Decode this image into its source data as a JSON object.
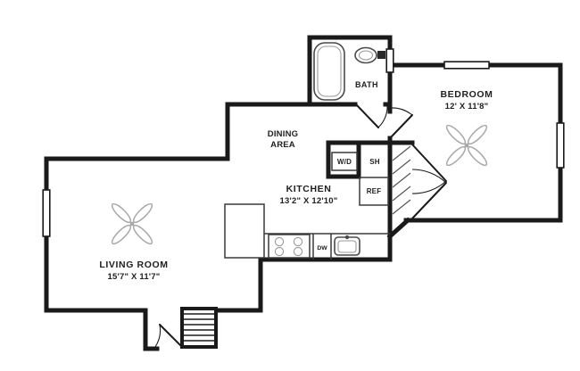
{
  "plan": {
    "rooms": {
      "living_room": {
        "label": "LIVING ROOM",
        "dims": "15'7\" X 11'7\""
      },
      "kitchen": {
        "label": "KITCHEN",
        "dims": "13'2\" X 12'10\""
      },
      "dining_area": {
        "line1": "DINING",
        "line2": "AREA"
      },
      "bath": {
        "label": "BATH"
      },
      "bedroom": {
        "label": "BEDROOM",
        "dims": "12' X 11'8\""
      }
    },
    "fixtures": {
      "washer_dryer": "W/D",
      "shower": "SH",
      "refrigerator": "REF",
      "dishwasher": "DW"
    },
    "colors": {
      "wall": "#1a1a1a",
      "fixture_gray": "#a8a8a8",
      "background": "#ffffff"
    }
  }
}
